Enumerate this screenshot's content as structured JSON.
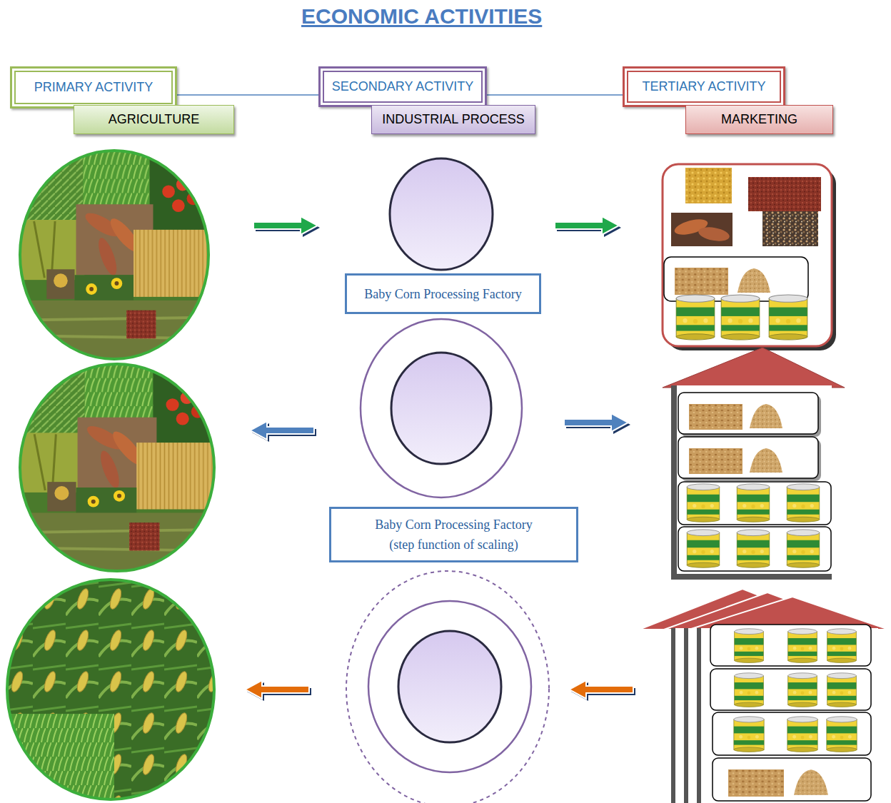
{
  "diagram": {
    "title": "ECONOMIC ACTIVITIES",
    "nodes": [
      {
        "text": [
          "PRIMARY ACTIVITY"
        ]
      },
      {
        "text": [
          "AGRICULTURE"
        ]
      },
      {
        "text": [
          "SECONDARY ACTIVITY"
        ]
      },
      {
        "text": [
          "INDUSTRIAL PROCESS"
        ]
      },
      {
        "text": [
          "TERTIARY ACTIVITY"
        ]
      },
      {
        "text": [
          "MARKETING"
        ]
      },
      {
        "text": [
          "Baby Corn Processing Factory"
        ]
      },
      {
        "text": [
          "Baby Corn Processing Factory (step function of scaling)"
        ]
      }
    ],
    "edges": [
      {
        "from": 0,
        "to": 2,
        "arrow": "none"
      },
      {
        "from": 2,
        "to": 4,
        "arrow": "none"
      }
    ]
  }
}
